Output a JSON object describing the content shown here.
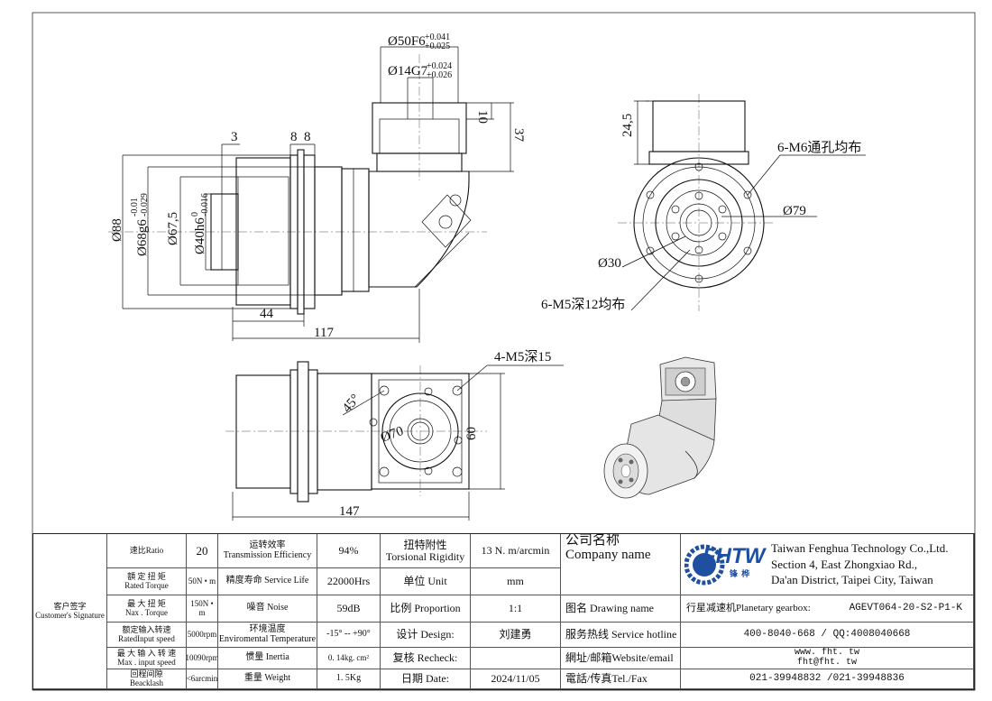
{
  "drawing": {
    "top_view": {
      "dia_f50": "Ø50F6",
      "dia_f50_tol_up": "+0.041",
      "dia_f50_tol_lo": "+0.025",
      "dia_14": "Ø14G7",
      "dia_14_tol_up": "+0.024",
      "dia_14_tol_lo": "+0.026",
      "dim_10": "10",
      "dim_37": "37",
      "dim_3": "3",
      "dim_8a": "8",
      "dim_8b": "8",
      "dim_88": "Ø88",
      "dim_68": "Ø68g6",
      "dim_68_tol_up": "-0.01",
      "dim_68_tol_lo": "-0.029",
      "dim_675": "Ø67,5",
      "dim_40": "Ø40h6",
      "dim_40_tol_up": "0",
      "dim_40_tol_lo": "-0.016",
      "dim_44": "44",
      "dim_117": "117"
    },
    "end_view": {
      "dim_245": "24,5",
      "holes_m6": "6-M6通孔均布",
      "dim_79": "Ø79",
      "dim_30": "Ø30",
      "holes_m5": "6-M5深12均布"
    },
    "bottom_view": {
      "holes_m5_15": "4-M5深15",
      "angle": "45°",
      "dim_70": "Ø70",
      "dim_60": "60",
      "dim_147": "147"
    }
  },
  "title_block": {
    "customer_cn": "客户签字",
    "customer_en": "Customer's Signature",
    "ratio_label": "速比Ratio",
    "ratio_value": "20",
    "rated_torque_cn": "額 定 扭 矩",
    "rated_torque_en": "Rated Torque",
    "rated_torque_value": "50N • m",
    "max_torque_cn": "最 大 扭 矩",
    "max_torque_en": "Nax . Torque",
    "max_torque_value": "150N • m",
    "rated_speed_cn": "额定输入转速",
    "rated_speed_en": "RatedInput speed",
    "rated_speed_value": "5000rpm",
    "max_speed_cn": "最 大 输 入 转 速",
    "max_speed_en": "Max . input speed",
    "max_speed_value": "10090rpm",
    "backlash_cn": "回程间隙",
    "backlash_en": "Beacklash",
    "backlash_value": "<6arcmin",
    "efficiency_cn": "运转效率",
    "efficiency_en": "Transmission Efficiency",
    "efficiency_value": "94%",
    "life_label": "精度寿命 Service Life",
    "life_value": "22000Hrs",
    "noise_label": "噪音 Noise",
    "noise_value": "59dB",
    "temp_cn": "环境温度",
    "temp_en": "Enviromental Temperature",
    "temp_value": "-15° -- +90°",
    "inertia_label": "惯量 Inertia",
    "inertia_value": "0. 14kg. cm²",
    "weight_label": "重量 Weight",
    "weight_value": "1. 5Kg",
    "rigidity_cn": "扭特附性",
    "rigidity_en": "Torsional Rigidity",
    "rigidity_value": "13 N. m/arcmin",
    "unit_label": "单位 Unit",
    "unit_value": "mm",
    "proportion_label": "比例 Proportion",
    "proportion_value": "1:1",
    "design_label": "设计 Design:",
    "design_value": "刘建勇",
    "recheck_label": "复核 Recheck:",
    "recheck_value": "",
    "date_label": "日期 Date:",
    "date_value": "2024/11/05",
    "company_cn": "公司名称",
    "company_en": "Company name",
    "drawing_name_label": "图名 Drawing name",
    "hotline_label": "服务热线 Service hotline",
    "website_label": "網址/邮箱Website/email",
    "tel_label": "電話/传真Tel./Fax",
    "logo_text": "FHTW",
    "logo_sub": "锋 桦",
    "company_line1": "Taiwan Fenghua Technology Co.,Ltd.",
    "company_line2": "Section 4, East Zhongxiao Rd.,",
    "company_line3": "Da'an District, Taipei City, Taiwan",
    "product_name": "行星减速机Planetary gearbox:",
    "product_code": "AGEVT064-20-S2-P1-K",
    "hotline_value": "400-8040-668 / QQ:4008040668",
    "website_value": "www. fht. tw",
    "email_value": "fht@fht. tw",
    "tel_value": "021-39948832 /021-39948836"
  }
}
